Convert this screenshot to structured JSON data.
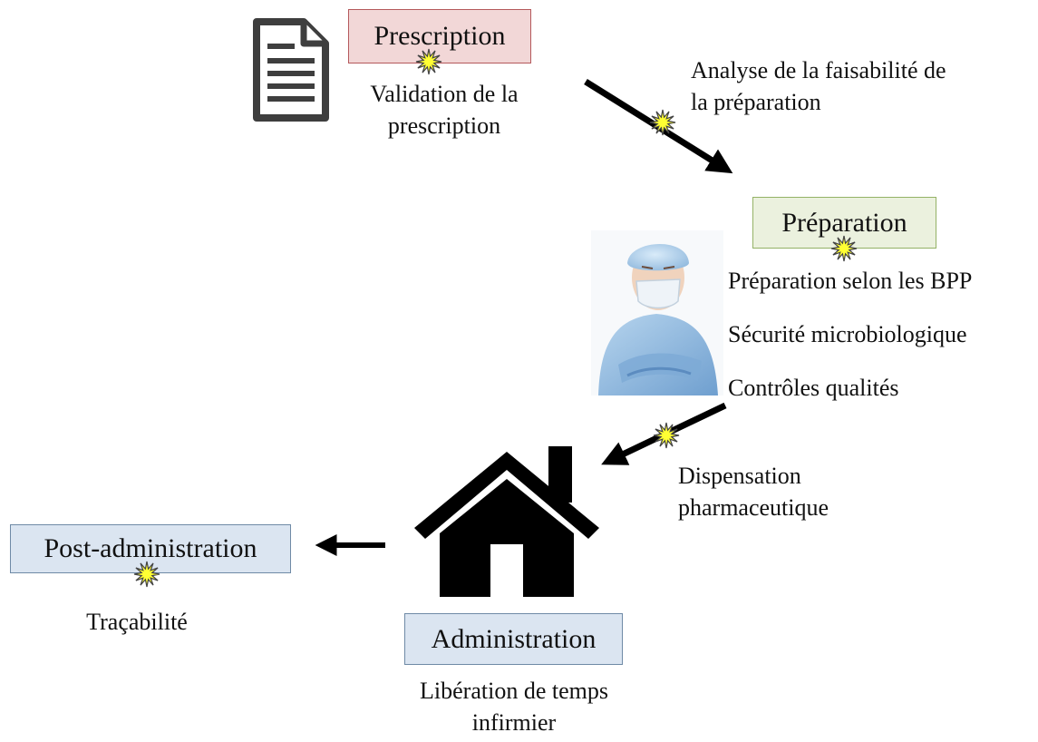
{
  "nodes": {
    "prescription": {
      "label": "Prescription",
      "detail_line1": "Validation de la",
      "detail_line2": "prescription"
    },
    "preparation": {
      "label": "Préparation",
      "items": [
        "Préparation selon les BPP",
        "Sécurité microbiologique",
        "Contrôles qualités"
      ]
    },
    "administration": {
      "label": "Administration",
      "detail_line1": "Libération de temps",
      "detail_line2": "infirmier"
    },
    "post_administration": {
      "label": "Post-administration",
      "detail": "Traçabilité"
    }
  },
  "transitions": {
    "prescription_to_preparation": {
      "line1": "Analyse de la faisabilité de",
      "line2": "la préparation"
    },
    "preparation_to_administration": {
      "line1": "Dispensation",
      "line2": "pharmaceutique"
    }
  },
  "icons": [
    "document-icon",
    "nurse-photo",
    "house-icon",
    "risk-star-icon"
  ],
  "colors": {
    "prescription_fill": "#f2d7d7",
    "prescription_border": "#b5595c",
    "preparation_fill": "#ebf1de",
    "preparation_border": "#94b266",
    "administration_fill": "#dbe5f1",
    "administration_border": "#6f8aa6",
    "star_fill": "#ffff33",
    "arrow": "#000000"
  }
}
